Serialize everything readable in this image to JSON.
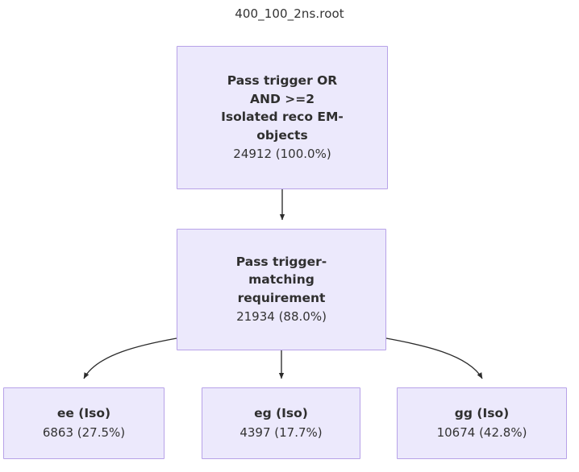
{
  "title": "400_100_2ns.root",
  "colors": {
    "node_fill": "#ece9fc",
    "node_border": "#b7a2e8",
    "text": "#333333",
    "edge": "#2b2b2b",
    "background": "#ffffff"
  },
  "nodes": {
    "top": {
      "label": "Pass trigger OR\nAND >=2\nIsolated reco EM-\nobjects",
      "count": "24912 (100.0%)"
    },
    "match": {
      "label": "Pass trigger-\nmatching\nrequirement",
      "count": "21934 (88.0%)"
    },
    "ee": {
      "label": "ee (Iso)",
      "count": "6863 (27.5%)"
    },
    "eg": {
      "label": "eg (Iso)",
      "count": "4397 (17.7%)"
    },
    "gg": {
      "label": "gg (Iso)",
      "count": "10674 (42.8%)"
    }
  },
  "edges": [
    {
      "from": "top",
      "to": "match",
      "style": "straight-arrow"
    },
    {
      "from": "match",
      "to": "ee",
      "style": "curved-arrow"
    },
    {
      "from": "match",
      "to": "eg",
      "style": "straight-arrow"
    },
    {
      "from": "match",
      "to": "gg",
      "style": "curved-arrow"
    }
  ],
  "chart_data": {
    "type": "flowchart",
    "title": "400_100_2ns.root",
    "total": 24912,
    "stages": [
      {
        "name": "Pass trigger OR AND >=2 Isolated reco EM-objects",
        "count": 24912,
        "percent": 100.0
      },
      {
        "name": "Pass trigger-matching requirement",
        "count": 21934,
        "percent": 88.0
      }
    ],
    "categories": [
      "ee (Iso)",
      "eg (Iso)",
      "gg (Iso)"
    ],
    "values": [
      6863,
      4397,
      10674
    ],
    "percents": [
      27.5,
      17.7,
      42.8
    ]
  }
}
